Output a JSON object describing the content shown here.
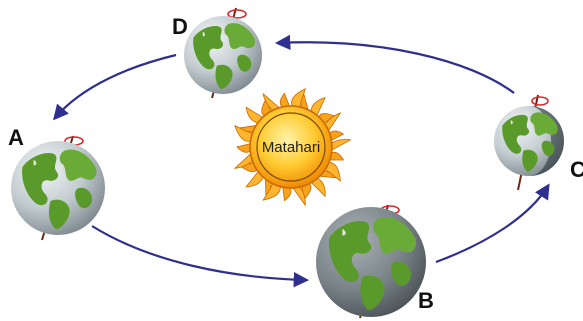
{
  "sun": {
    "label": "Matahari"
  },
  "positions": [
    {
      "id": "A",
      "label": "A"
    },
    {
      "id": "B",
      "label": "B"
    },
    {
      "id": "C",
      "label": "C"
    },
    {
      "id": "D",
      "label": "D"
    }
  ],
  "colors": {
    "orbit": "#2e2f8f",
    "sun_core": "#ffcc33",
    "sun_edge": "#f28a00",
    "ocean": "#b9c3c8",
    "land": "#5a9a2a",
    "axis": "#6b2a10",
    "spin": "#d9262a"
  }
}
